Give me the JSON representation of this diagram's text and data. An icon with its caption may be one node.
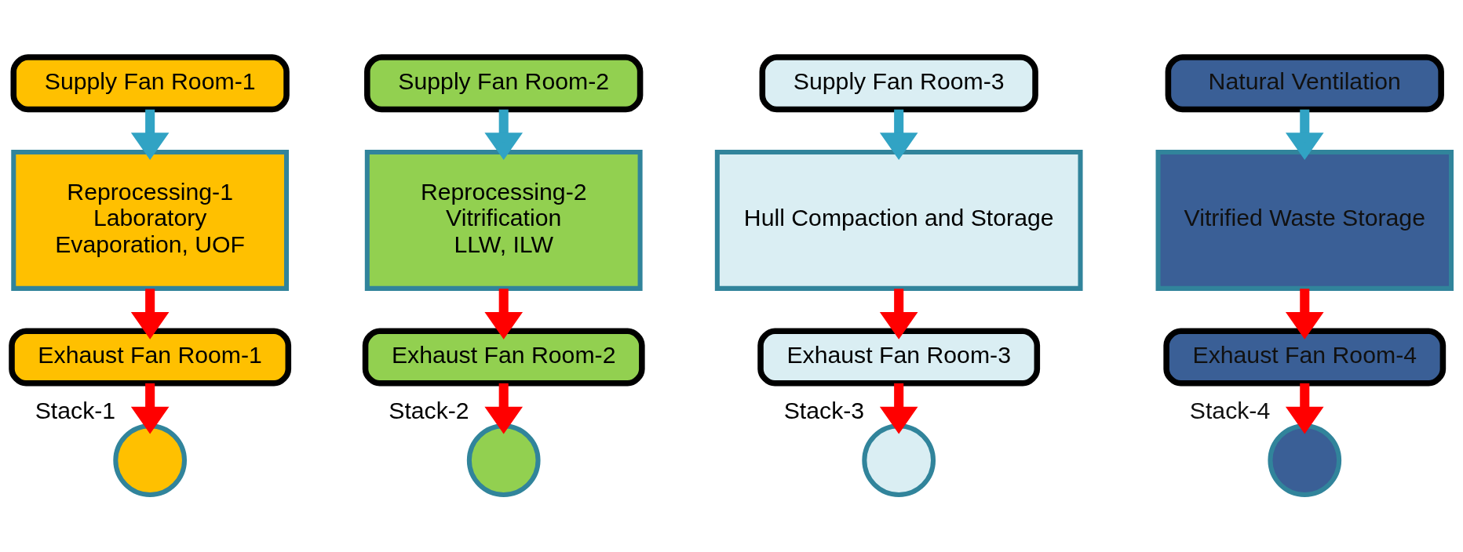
{
  "diagram": {
    "nodes": [
      {
        "text": [
          "Supply Fan Room-1"
        ]
      },
      {
        "text": [
          "Reprocessing-1",
          "Laboratory",
          "Evaporation, UOF"
        ]
      },
      {
        "text": [
          "Exhaust Fan Room-1"
        ]
      },
      {
        "text": [],
        "shape": "circle",
        "beside": [
          "Stack-1"
        ]
      },
      {
        "text": [
          "Supply Fan Room-2"
        ]
      },
      {
        "text": [
          "Reprocessing-2",
          "Vitrification",
          "LLW, ILW"
        ]
      },
      {
        "text": [
          "Exhaust Fan Room-2"
        ]
      },
      {
        "text": [],
        "shape": "circle",
        "beside": [
          "Stack-2"
        ]
      },
      {
        "text": [
          "Supply Fan Room-3"
        ]
      },
      {
        "text": [
          "Hull Compaction and Storage"
        ]
      },
      {
        "text": [
          "Exhaust Fan Room-3"
        ]
      },
      {
        "text": [],
        "shape": "circle",
        "beside": [
          "Stack-3"
        ]
      },
      {
        "text": [
          "Natural Ventilation"
        ]
      },
      {
        "text": [
          "Vitrified Waste Storage"
        ]
      },
      {
        "text": [
          "Exhaust Fan Room-4"
        ]
      },
      {
        "text": [],
        "shape": "circle",
        "beside": [
          "Stack-4"
        ]
      }
    ],
    "edges": [
      {
        "from": 0,
        "to": 1,
        "arrow": "to",
        "color": "#31a3c4"
      },
      {
        "from": 1,
        "to": 2,
        "arrow": "to"
      },
      {
        "from": 2,
        "to": 3,
        "arrow": "to"
      },
      {
        "from": 4,
        "to": 5,
        "arrow": "to",
        "color": "#31a3c4"
      },
      {
        "from": 5,
        "to": 6,
        "arrow": "to"
      },
      {
        "from": 6,
        "to": 7,
        "arrow": "to"
      },
      {
        "from": 8,
        "to": 9,
        "arrow": "to",
        "color": "#31a3c4"
      },
      {
        "from": 9,
        "to": 10,
        "arrow": "to"
      },
      {
        "from": 10,
        "to": 11,
        "arrow": "to"
      },
      {
        "from": 12,
        "to": 13,
        "arrow": "to",
        "color": "#31a3c4"
      },
      {
        "from": 13,
        "to": 14,
        "arrow": "to"
      },
      {
        "from": 14,
        "to": 15,
        "arrow": "to"
      }
    ]
  }
}
